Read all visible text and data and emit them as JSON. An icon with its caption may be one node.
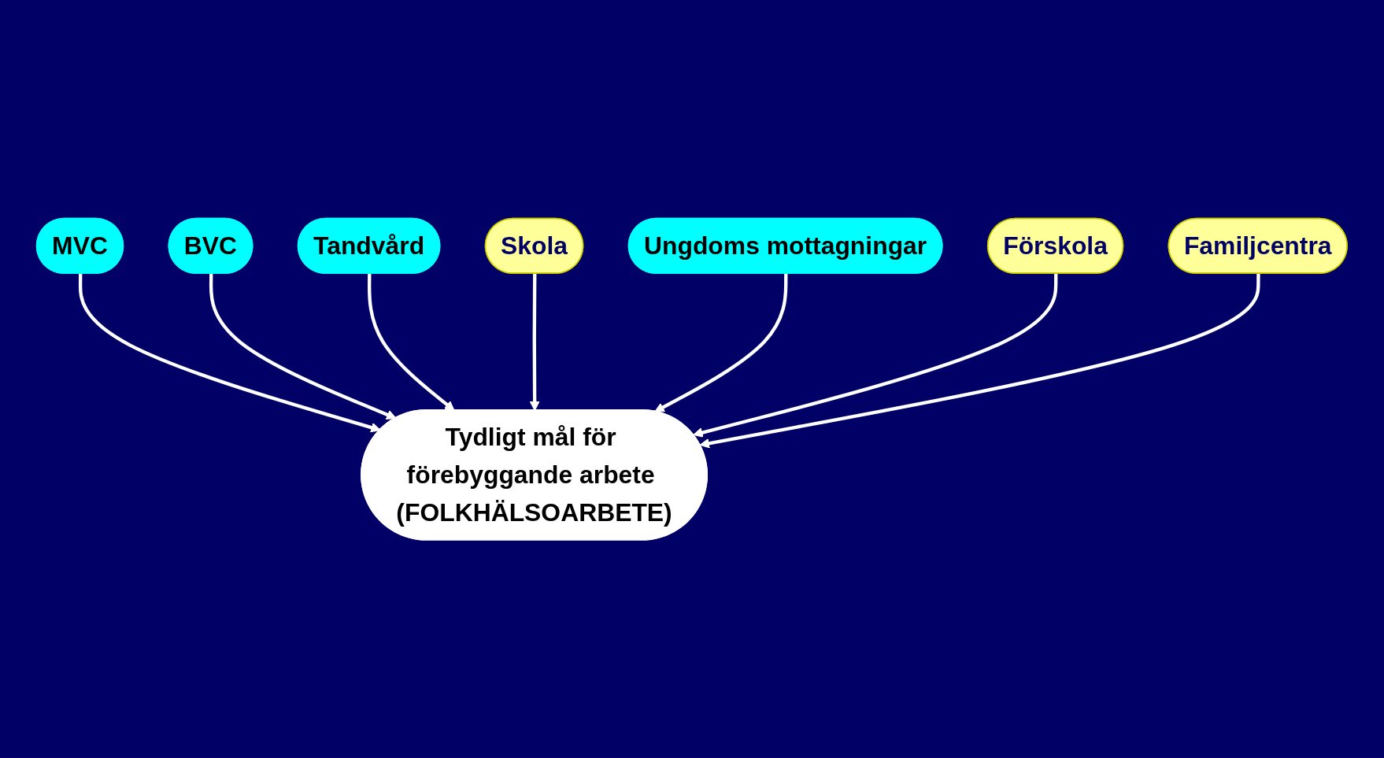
{
  "diagram": {
    "nodes": [
      {
        "text": [
          "MVC"
        ]
      },
      {
        "text": [
          "BVC"
        ]
      },
      {
        "text": [
          "Tandvård"
        ]
      },
      {
        "text": [
          "Tydligt mål för förebyggande arbete (FOLKHÄLSOARBETE)"
        ]
      },
      {
        "text": [
          "Skola"
        ]
      },
      {
        "text": [
          "Ungdoms mottagningar"
        ]
      },
      {
        "text": [
          "Förskola"
        ]
      },
      {
        "text": [
          "Familjcentra"
        ]
      }
    ],
    "edges": [
      {
        "from": 0,
        "to": 3,
        "arrow": "to"
      },
      {
        "from": 1,
        "to": 3,
        "arrow": "to"
      },
      {
        "from": 2,
        "to": 3,
        "arrow": "to"
      },
      {
        "from": 4,
        "to": 3,
        "arrow": "to"
      },
      {
        "from": 5,
        "to": 3,
        "arrow": "to"
      },
      {
        "from": 6,
        "to": 3,
        "arrow": "to"
      },
      {
        "from": 7,
        "to": 3,
        "arrow": "to"
      }
    ]
  }
}
